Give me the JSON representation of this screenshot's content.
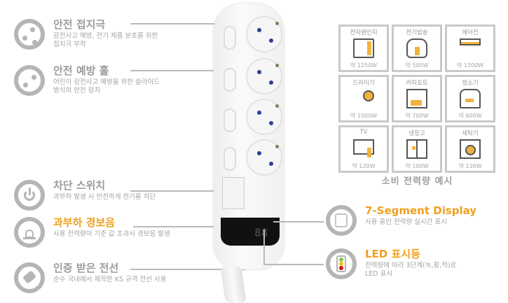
{
  "features_left": [
    {
      "title": "안전 접지극",
      "desc": [
        "감전사고 예방, 전기 제품 보호를 위한",
        "접지극 부착"
      ],
      "icon": "ground-plug-icon",
      "title_color": "#9b9b9b"
    },
    {
      "title": "안전 예방 홀",
      "desc": [
        "어린이 감전사고 예방을 위한 슬라이드",
        "방식의 안전 장치"
      ],
      "icon": "safety-hole-icon",
      "title_color": "#9b9b9b"
    },
    {
      "title": "차단 스위치",
      "desc": [
        "과부하 발생 시 안전하게 전기를 차단"
      ],
      "icon": "power-icon",
      "title_color": "#9b9b9b"
    },
    {
      "title": "과부하 경보음",
      "desc": [
        "사용 전력량이 기준 값 초과시 경보음 발생"
      ],
      "icon": "alarm-siren-icon",
      "title_color": "#f0a020"
    },
    {
      "title": "인증 받은 전선",
      "desc": [
        "순수 국내에서 제작한 KS 규격 전선 사용"
      ],
      "icon": "plug-cable-icon",
      "title_color": "#9b9b9b"
    }
  ],
  "features_right": [
    {
      "title": "7-Segment Display",
      "desc": [
        "사용 중인 전력량 실시간 표시"
      ],
      "icon": "seven-segment-icon",
      "title_color": "#f0a020"
    },
    {
      "title": "LED 표시등",
      "desc": [
        "전력량에 따라 3단계(녹,황,적)로",
        "LED 표시"
      ],
      "icon": "traffic-light-icon",
      "title_color": "#f0a020"
    }
  ],
  "appliances": [
    {
      "name": "전자렌인지",
      "watt": "약 1250W",
      "icon": "microwave-icon"
    },
    {
      "name": "전기밥솥",
      "watt": "약 500W",
      "icon": "rice-cooker-icon"
    },
    {
      "name": "에어컨",
      "watt": "약 1300W",
      "icon": "air-conditioner-icon"
    },
    {
      "name": "드라이기",
      "watt": "약 1000W",
      "icon": "hair-dryer-icon"
    },
    {
      "name": "커피포트",
      "watt": "약 700W",
      "icon": "coffee-maker-icon"
    },
    {
      "name": "청소기",
      "watt": "약 600W",
      "icon": "vacuum-icon"
    },
    {
      "name": "TV",
      "watt": "약 120W",
      "icon": "tv-icon"
    },
    {
      "name": "냉장고",
      "watt": "약 100W",
      "icon": "refrigerator-icon"
    },
    {
      "name": "세탁기",
      "watt": "약 130W",
      "icon": "washing-machine-icon"
    }
  ],
  "appliance_grid_title": "소비 전력량 예시",
  "device": {
    "display_value": "88"
  },
  "colors": {
    "accent": "#f0a020",
    "gray": "#b5b5b5",
    "led_green": "#8bc34a",
    "led_yellow": "#f5c400",
    "led_red": "#d0121b"
  }
}
